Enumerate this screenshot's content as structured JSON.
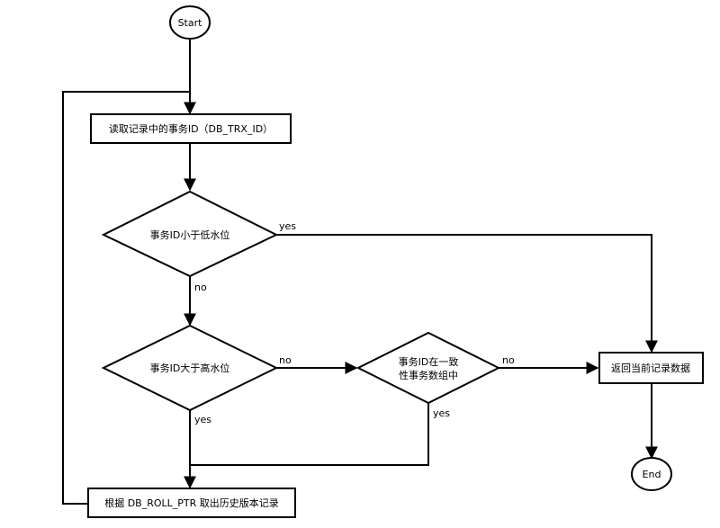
{
  "nodes": {
    "start": "Start",
    "read": "读取记录中的事务ID（DB_TRX_ID）",
    "cond_low_line": "事务ID小于低水位",
    "cond_high_line": "事务ID大于高水位",
    "cond_set_line1": "事务ID在一致",
    "cond_set_line2": "性事务数组中",
    "return": "返回当前记录数据",
    "rollback": "根据 DB_ROLL_PTR 取出历史版本记录",
    "end": "End"
  },
  "edges": {
    "low_yes": "yes",
    "low_no": "no",
    "high_no": "no",
    "high_yes": "yes",
    "set_no": "no",
    "set_yes": "yes"
  }
}
